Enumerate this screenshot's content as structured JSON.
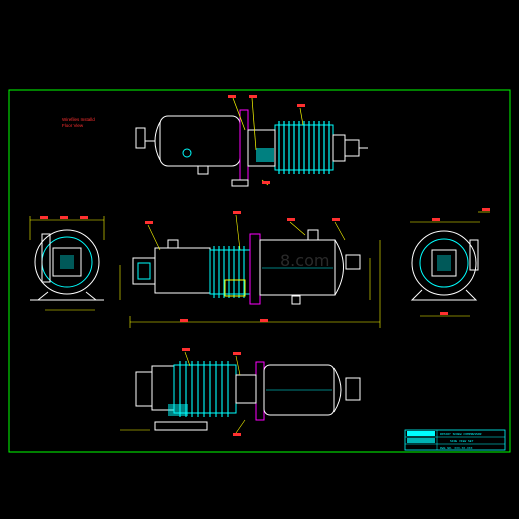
{
  "notes": {
    "line1": "Wirefiles Installd",
    "line2": "Floor View"
  },
  "watermark": "8.com",
  "title_block": {
    "row1": "ROTARY SCREW COMPRESSOR",
    "row2": "SIDE VIEW SET",
    "row3": "DWG NO. XXX-XX-XXX"
  },
  "colors": {
    "frame": "#00ff00",
    "body": "#ffffff",
    "detail": "#00ffff",
    "highlight": "#ff3030",
    "leader": "#ffff00",
    "flange": "#ff00ff",
    "background": "#000000"
  }
}
